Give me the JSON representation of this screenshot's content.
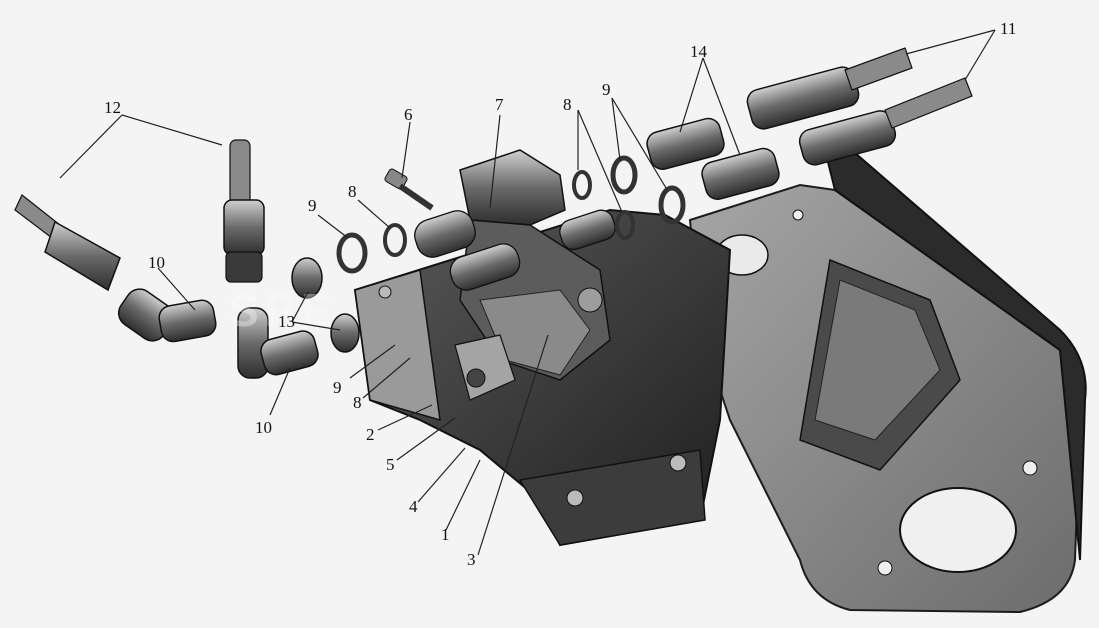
{
  "watermark": "SPE",
  "colors": {
    "background": "#f4f4f4",
    "metal_dark": "#3a3a3a",
    "metal_mid": "#6e6e6e",
    "metal_light": "#b8b8b8",
    "plate": "#8c8c8c",
    "line": "#222222"
  },
  "callouts": [
    {
      "id": "c1",
      "label": "1"
    },
    {
      "id": "c2",
      "label": "2"
    },
    {
      "id": "c3",
      "label": "3"
    },
    {
      "id": "c4",
      "label": "4"
    },
    {
      "id": "c5",
      "label": "5"
    },
    {
      "id": "c6",
      "label": "6"
    },
    {
      "id": "c7",
      "label": "7"
    },
    {
      "id": "c8a",
      "label": "8"
    },
    {
      "id": "c8b",
      "label": "8"
    },
    {
      "id": "c8c",
      "label": "8"
    },
    {
      "id": "c9a",
      "label": "9"
    },
    {
      "id": "c9b",
      "label": "9"
    },
    {
      "id": "c9c",
      "label": "9"
    },
    {
      "id": "c10a",
      "label": "10"
    },
    {
      "id": "c10b",
      "label": "10"
    },
    {
      "id": "c11",
      "label": "11"
    },
    {
      "id": "c12",
      "label": "12"
    },
    {
      "id": "c13",
      "label": "13"
    },
    {
      "id": "c14",
      "label": "14"
    }
  ]
}
